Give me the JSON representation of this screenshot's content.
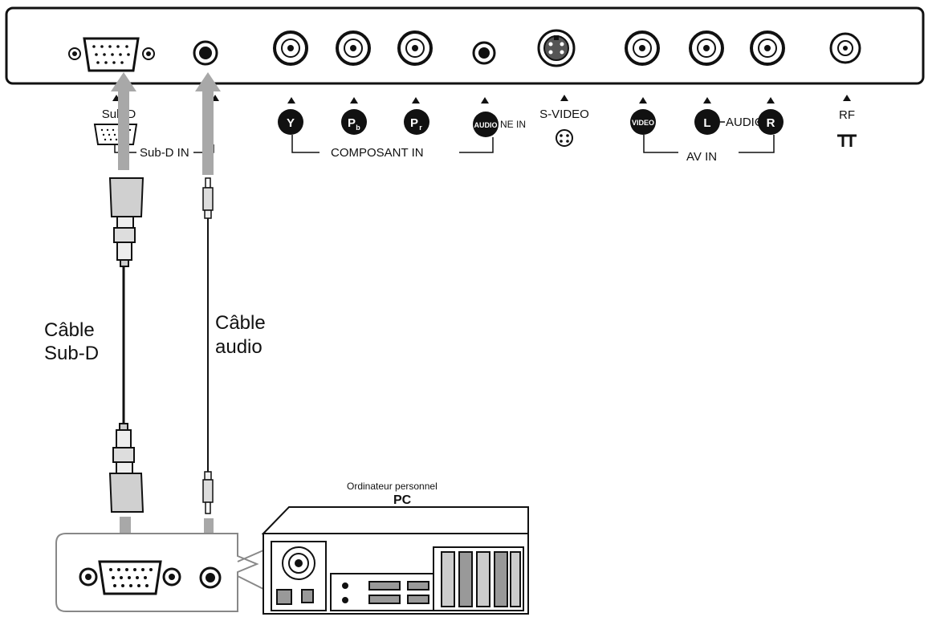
{
  "panel": {
    "ports": {
      "subd": "Sub-D",
      "subd_in": "Sub-D IN",
      "y": "Y",
      "pb": "P",
      "pb_sub": "b",
      "pr": "P",
      "pr_sub": "r",
      "audio_circle": "AUDIO",
      "line_in": "NE IN",
      "composant_in": "COMPOSANT IN",
      "s_video": "S-VIDEO",
      "video_circle": "VIDEO",
      "l": "L",
      "audio": "AUDIO",
      "r": "R",
      "av_in": "AV IN",
      "rf": "RF"
    }
  },
  "cables": {
    "subd_line1": "Câble",
    "subd_line2": "Sub-D",
    "audio_line1": "Câble",
    "audio_line2": "audio"
  },
  "pc": {
    "caption": "Ordinateur personnel",
    "title": "PC"
  },
  "colors": {
    "arrow": "#a8a8a8",
    "ink": "#111111",
    "panel_fill": "#ffffff"
  }
}
